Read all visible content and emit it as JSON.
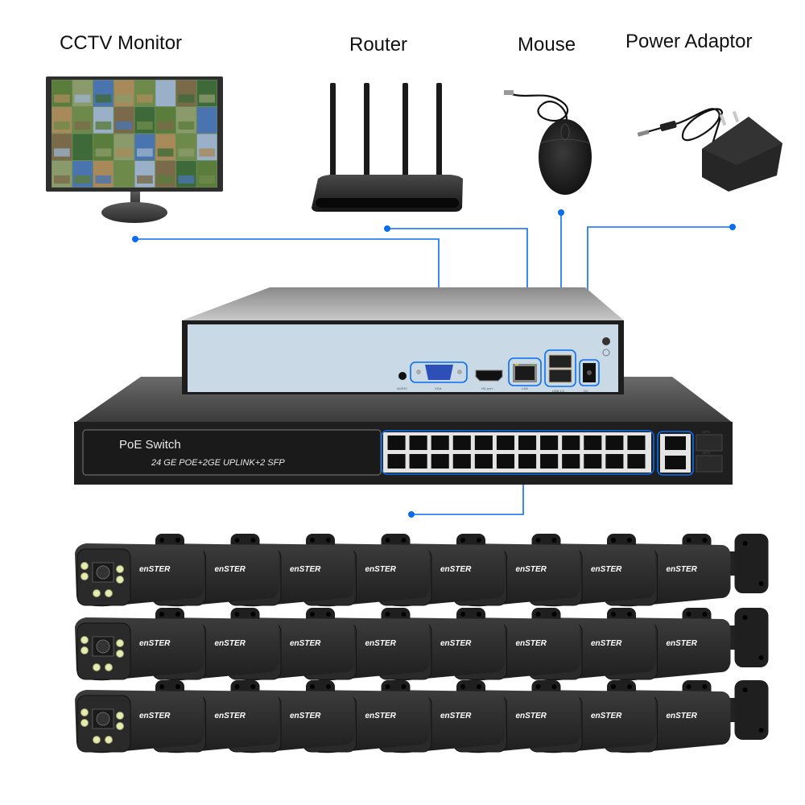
{
  "labels": {
    "monitor": "CCTV Monitor",
    "router": "Router",
    "mouse": "Mouse",
    "power": "Power Adaptor"
  },
  "nvr": {
    "ports": {
      "audio": "AUDIO",
      "vga": "VGA",
      "hdmi": "HD port",
      "lan": "LAN",
      "usb": "USB 2.0",
      "dc": "DC"
    }
  },
  "switch": {
    "title": "PoE Switch",
    "subtitle": "24 GE POE+2GE UPLINK+2 SFP",
    "poe_ports": 24,
    "uplink_ports": 2,
    "sfp_ports": 2,
    "sfp_labels": [
      "SFP1",
      "SFP2"
    ]
  },
  "cameras": {
    "brand": "enSTER",
    "rows": 3,
    "per_row": 8,
    "total": 24
  },
  "colors": {
    "connector": "#0a6cf0",
    "device_dark": "#2b2b2b",
    "nvr_face": "#c9d9e6"
  }
}
